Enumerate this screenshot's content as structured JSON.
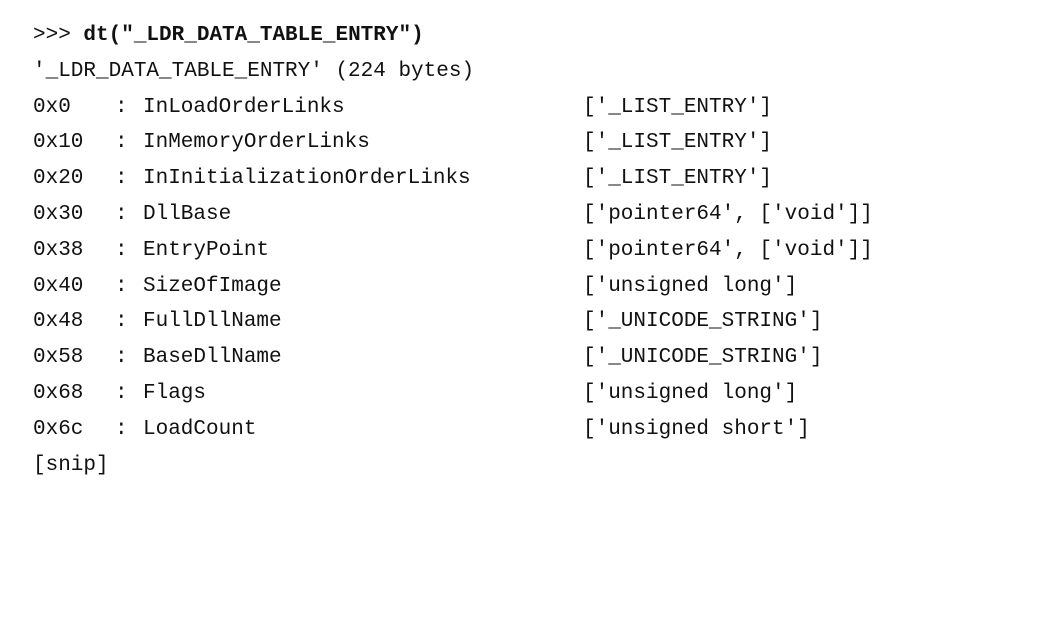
{
  "command": {
    "prompt": ">>>",
    "text": "dt(\"_LDR_DATA_TABLE_ENTRY\")"
  },
  "header": "'_LDR_DATA_TABLE_ENTRY' (224 bytes)",
  "fields": [
    {
      "offset": "0x0",
      "sep": ":",
      "name": "InLoadOrderLinks",
      "type": "['_LIST_ENTRY']"
    },
    {
      "offset": "0x10",
      "sep": ":",
      "name": "InMemoryOrderLinks",
      "type": "['_LIST_ENTRY']"
    },
    {
      "offset": "0x20",
      "sep": ":",
      "name": "InInitializationOrderLinks",
      "type": "['_LIST_ENTRY']"
    },
    {
      "offset": "0x30",
      "sep": ":",
      "name": "DllBase",
      "type": "['pointer64', ['void']]"
    },
    {
      "offset": "0x38",
      "sep": ":",
      "name": "EntryPoint",
      "type": "['pointer64', ['void']]"
    },
    {
      "offset": "0x40",
      "sep": ":",
      "name": "SizeOfImage",
      "type": "['unsigned long']"
    },
    {
      "offset": "0x48",
      "sep": ":",
      "name": "FullDllName",
      "type": "['_UNICODE_STRING']"
    },
    {
      "offset": "0x58",
      "sep": ":",
      "name": "BaseDllName",
      "type": "['_UNICODE_STRING']"
    },
    {
      "offset": "0x68",
      "sep": ":",
      "name": "Flags",
      "type": "['unsigned long']"
    },
    {
      "offset": "0x6c",
      "sep": ":",
      "name": "LoadCount",
      "type": "['unsigned short']"
    }
  ],
  "footer": "[snip]"
}
